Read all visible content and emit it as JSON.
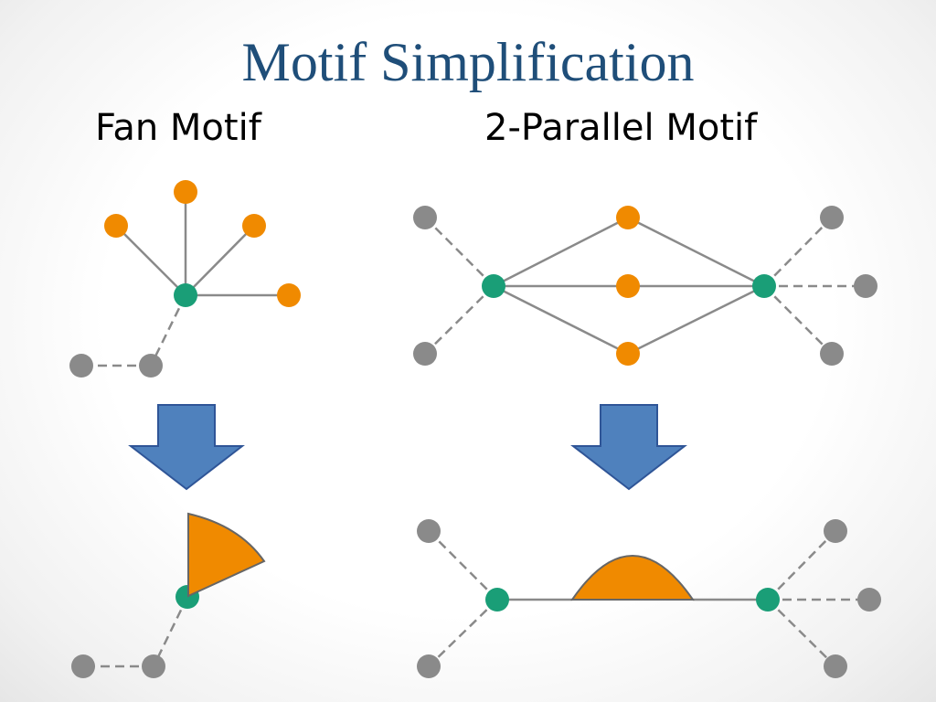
{
  "title": "Motif Simplification",
  "columns": {
    "left_label": "Fan Motif",
    "right_label": "2-Parallel Motif"
  },
  "colors": {
    "title": "#1f4e79",
    "hub_node": "#1a9e77",
    "motif_node": "#f08a00",
    "other_node": "#8a8a8a",
    "edge": "#8a8a8a",
    "arrow_fill": "#4f81bd",
    "arrow_stroke": "#2f5597",
    "glyph_fill": "#f08a00",
    "glyph_stroke": "#666666"
  }
}
